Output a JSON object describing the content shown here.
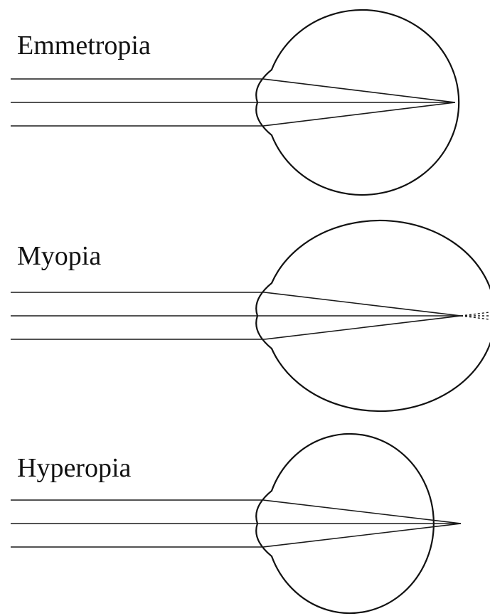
{
  "panels": [
    {
      "label": "Emmetropia"
    },
    {
      "label": "Myopia"
    },
    {
      "label": "Hyperopia"
    }
  ],
  "colors": {
    "ink": "#111111",
    "background": "#ffffff"
  }
}
